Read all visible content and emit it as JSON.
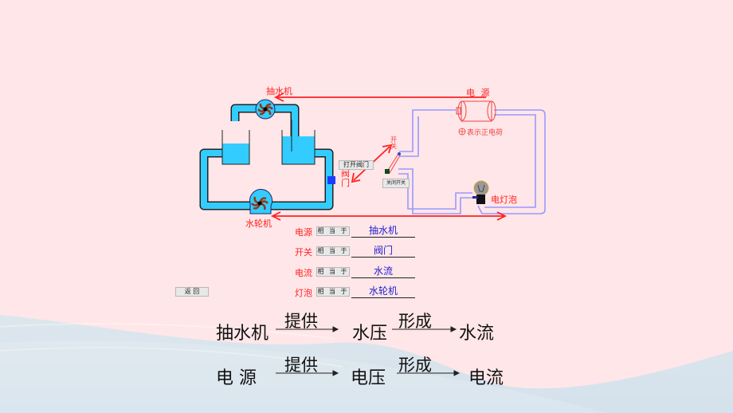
{
  "diagram": {
    "water_circuit": {
      "pump_label": "抽水机",
      "turbine_label": "水轮机",
      "valve_label": "阀门",
      "open_valve_button": "打开阀门"
    },
    "electric_circuit": {
      "power_label": "电 源",
      "charge_legend": "表示正电荷",
      "switch_label": "开关",
      "close_switch_button": "关闭开关",
      "bulb_label": "电灯泡"
    },
    "analogy_rows": [
      {
        "term": "电源",
        "button": "相 当 于",
        "answer": "抽水机"
      },
      {
        "term": "开关",
        "button": "相 当 于",
        "answer": "阀门"
      },
      {
        "term": "电流",
        "button": "相 当 于",
        "answer": "水流"
      },
      {
        "term": "灯泡",
        "button": "相 当 于",
        "answer": "水轮机"
      }
    ],
    "back_button": "返   回",
    "flows": [
      {
        "source": "抽水机",
        "verb1": "提供",
        "middle": "水压",
        "verb2": "形成",
        "result": "水流"
      },
      {
        "source": "电 源",
        "verb1": "提供",
        "middle": "电压",
        "verb2": "形成",
        "result": "电流"
      }
    ],
    "colors": {
      "water": "#33ccff",
      "wire": "#9999ff",
      "label_red": "#ff2020",
      "answer_blue": "#2020d0",
      "background": "#ffe6e8"
    }
  }
}
